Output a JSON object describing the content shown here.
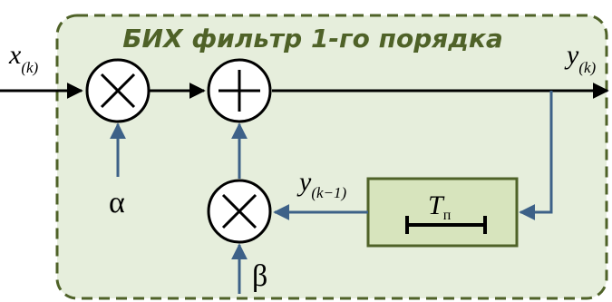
{
  "diagram": {
    "title": "БИХ фильтр 1-го порядка",
    "input_label": {
      "main": "x",
      "sub": "(k)"
    },
    "output_label": {
      "main": "y",
      "sub": "(k)"
    },
    "feedback_label": {
      "main": "y",
      "sub": "(k−1)"
    },
    "alpha": "α",
    "beta": "β",
    "delay": {
      "main": "T",
      "sub": "п"
    },
    "colors": {
      "panel_fill": "#e6eedc",
      "panel_border": "#4f6228",
      "title": "#4f6228",
      "signal": "#000000",
      "control": "#3d6188",
      "delay_fill": "#d7e4bd",
      "delay_border": "#4f6228"
    }
  }
}
